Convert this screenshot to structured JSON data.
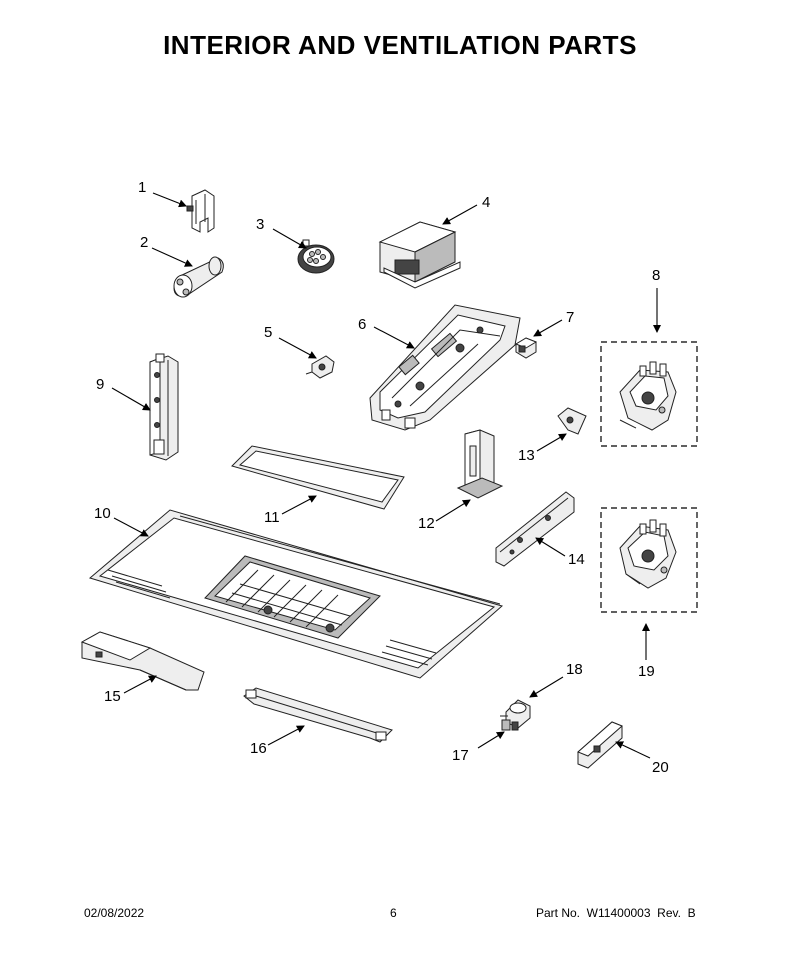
{
  "title": "INTERIOR AND VENTILATION PARTS",
  "callouts": [
    "1",
    "2",
    "3",
    "4",
    "5",
    "6",
    "7",
    "8",
    "9",
    "10",
    "11",
    "12",
    "13",
    "14",
    "15",
    "16",
    "17",
    "18",
    "19",
    "20"
  ],
  "footer": {
    "date": "02/08/2022",
    "page": "6",
    "part_no": "Part No.  W11400003  Rev.  B"
  }
}
